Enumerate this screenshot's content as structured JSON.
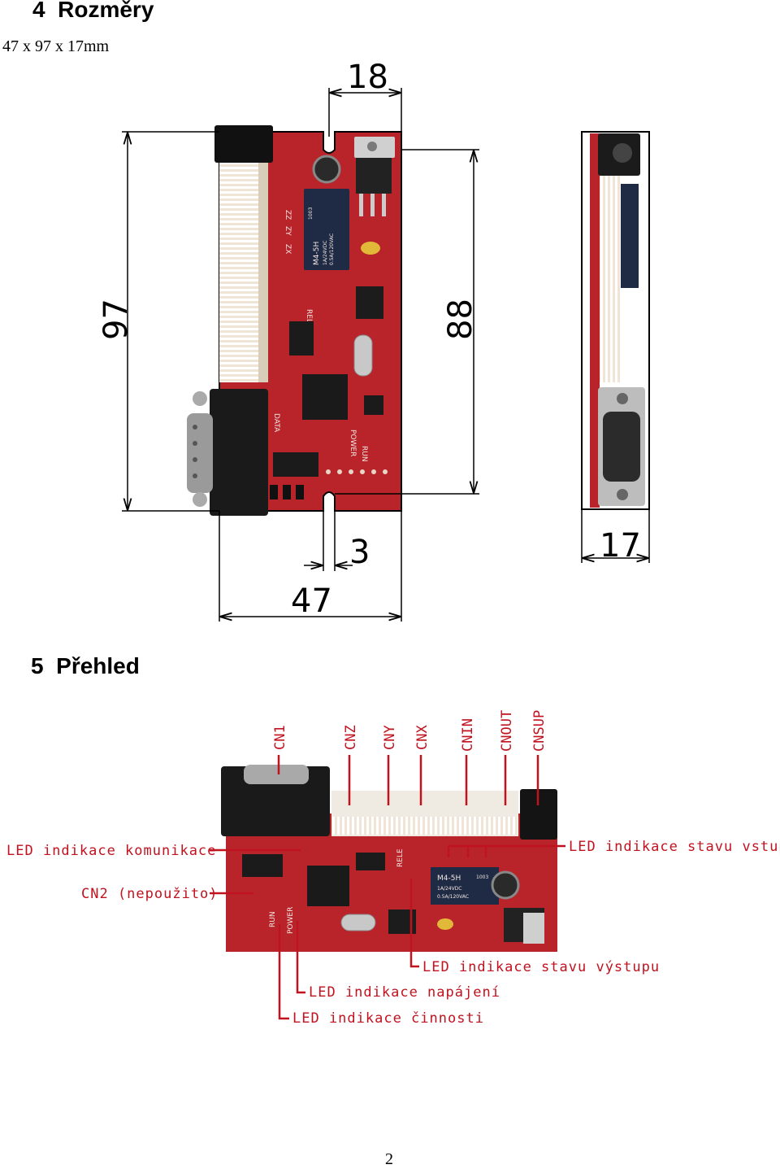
{
  "section4": {
    "number": "4",
    "title": "Rozměry",
    "dimensions_text": "47 x 97 x 17mm"
  },
  "dimensions": {
    "d18": "18",
    "d97": "97",
    "d88": "88",
    "d3": "3",
    "d47": "47",
    "d17": "17"
  },
  "section5": {
    "number": "5",
    "title": "Přehled"
  },
  "connectors": {
    "cn1": "CN1",
    "cnz": "CNZ",
    "cny": "CNY",
    "cnx": "CNX",
    "cnin": "CNIN",
    "cnout": "CNOUT",
    "cnsup": "CNSUP"
  },
  "callouts": {
    "comm": "LED indikace komunikace",
    "cn2": "CN2 (nepoužito)",
    "inputs": "LED indikace stavu vstupů",
    "output": "LED indikace stavu výstupu",
    "power": "LED indikace napájení",
    "activity": "LED indikace činnosti"
  },
  "board_silkscreen": {
    "relay_model": "M4-5H",
    "relay_rating1": "1A/24VDC",
    "relay_rating2": "0.5A/120VAC",
    "relay_code": "1003",
    "rele": "RELE",
    "data": "DATA",
    "power": "POWER",
    "run": "RUN",
    "zz": "ZZ",
    "zy": "ZY",
    "zx": "ZX"
  },
  "footer": {
    "page_number": "2"
  },
  "colors": {
    "pcb": "#b8242a",
    "callout": "#c1121f"
  }
}
